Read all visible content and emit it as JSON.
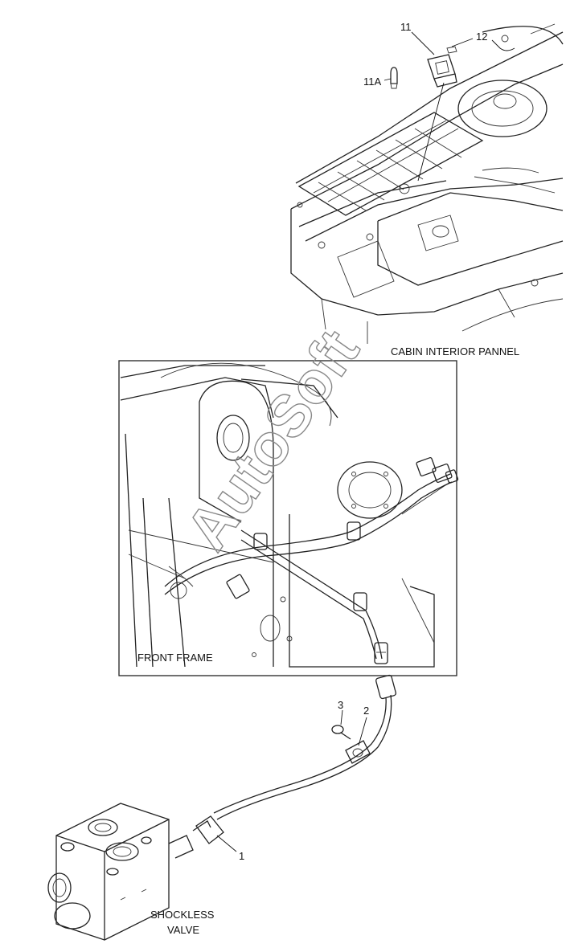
{
  "diagram": {
    "callouts": [
      {
        "id": "11",
        "text": "11"
      },
      {
        "id": "12",
        "text": "12"
      },
      {
        "id": "11A",
        "text": "11A"
      },
      {
        "id": "3",
        "text": "3"
      },
      {
        "id": "2",
        "text": "2"
      },
      {
        "id": "1",
        "text": "1"
      }
    ],
    "notes": {
      "cabin": "CABIN INTERIOR PANNEL",
      "front_frame": "FRONT FRAME",
      "valve_line1": "SHOCKLESS",
      "valve_line2": "VALVE"
    },
    "watermark": "AutoSoft"
  }
}
